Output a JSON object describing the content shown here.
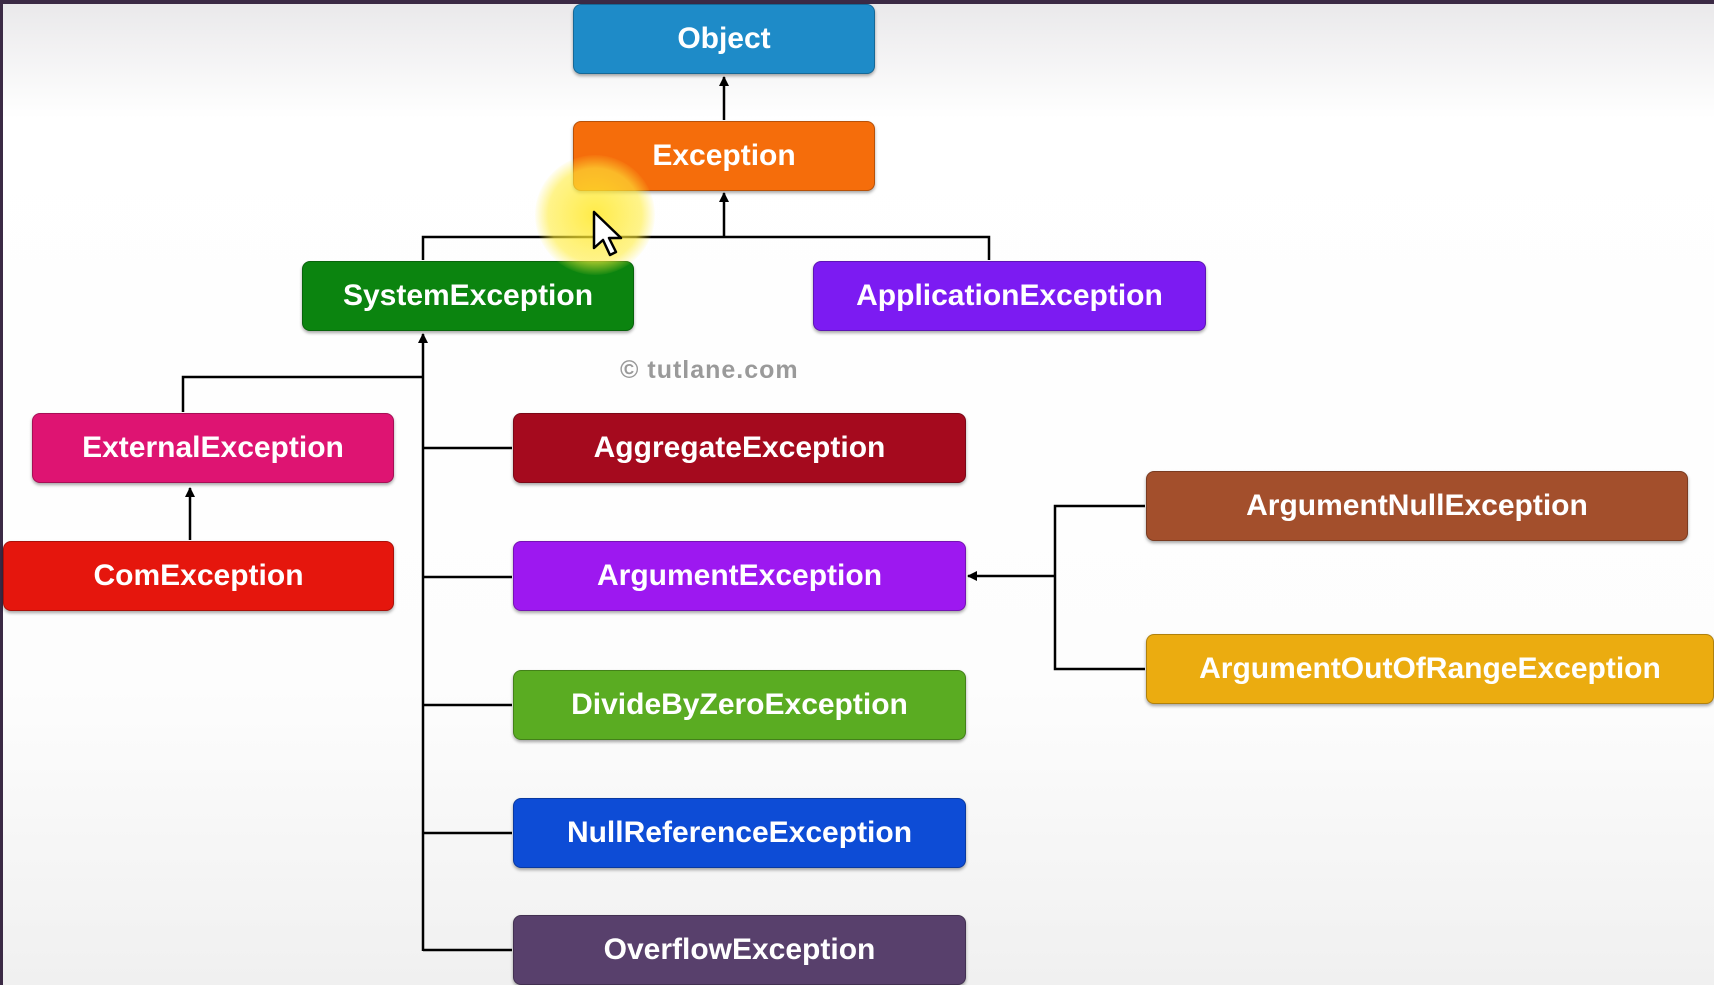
{
  "watermark": "© tutlane.com",
  "nodes": {
    "object": {
      "label": "Object",
      "color": "#1e8bc8"
    },
    "exception": {
      "label": "Exception",
      "color": "#f56d0b"
    },
    "system_exception": {
      "label": "SystemException",
      "color": "#0b840f"
    },
    "application_exception": {
      "label": "ApplicationException",
      "color": "#7c1bf2"
    },
    "external_exception": {
      "label": "ExternalException",
      "color": "#de1472"
    },
    "com_exception": {
      "label": "ComException",
      "color": "#e5160d"
    },
    "aggregate_exception": {
      "label": "AggregateException",
      "color": "#a50a1e"
    },
    "argument_exception": {
      "label": "ArgumentException",
      "color": "#9d18f0"
    },
    "divide_by_zero_exception": {
      "label": "DivideByZeroException",
      "color": "#5aac22"
    },
    "null_reference_exception": {
      "label": "NullReferenceException",
      "color": "#0d4cd6"
    },
    "overflow_exception": {
      "label": "OverflowException",
      "color": "#58406c"
    },
    "argument_null_exception": {
      "label": "ArgumentNullException",
      "color": "#a34f2c"
    },
    "argument_out_of_range_exception": {
      "label": "ArgumentOutOfRangeException",
      "color": "#ebac10"
    }
  },
  "edges": [
    {
      "from": "Exception",
      "to": "Object"
    },
    {
      "from": "SystemException",
      "to": "Exception"
    },
    {
      "from": "ApplicationException",
      "to": "Exception"
    },
    {
      "from": "ExternalException",
      "to": "SystemException"
    },
    {
      "from": "AggregateException",
      "to": "SystemException"
    },
    {
      "from": "ArgumentException",
      "to": "SystemException"
    },
    {
      "from": "DivideByZeroException",
      "to": "SystemException"
    },
    {
      "from": "NullReferenceException",
      "to": "SystemException"
    },
    {
      "from": "OverflowException",
      "to": "SystemException"
    },
    {
      "from": "ComException",
      "to": "ExternalException"
    },
    {
      "from": "ArgumentNullException",
      "to": "ArgumentException"
    },
    {
      "from": "ArgumentOutOfRangeException",
      "to": "ArgumentException"
    }
  ]
}
